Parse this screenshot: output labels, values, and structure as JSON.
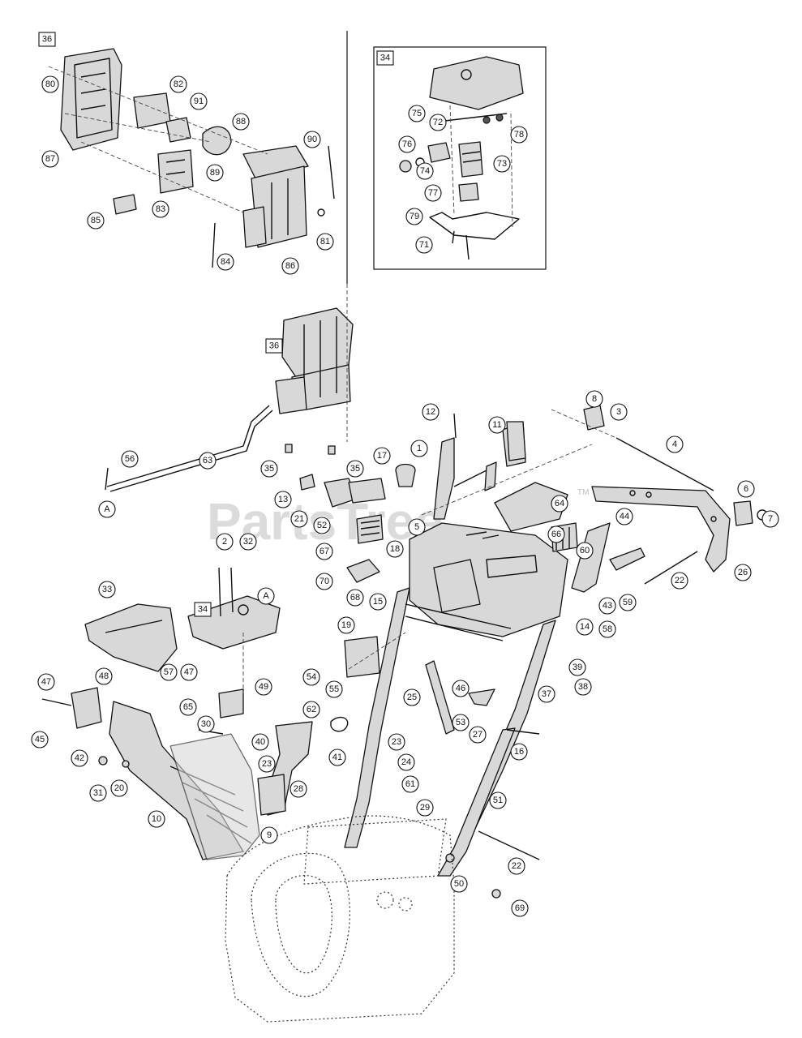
{
  "watermark": {
    "text": "PartsTree",
    "tm": "TM"
  },
  "inset_labels": [
    "36",
    "34"
  ],
  "main_labels": [
    "36",
    "34"
  ],
  "detail_marker": "A",
  "callouts_inset36": [
    "80",
    "82",
    "91",
    "88",
    "90",
    "87",
    "89",
    "85",
    "83",
    "81",
    "84",
    "86"
  ],
  "callouts_inset34": [
    "75",
    "72",
    "78",
    "76",
    "74",
    "73",
    "77",
    "79",
    "71"
  ],
  "callouts_main": [
    "12",
    "8",
    "3",
    "11",
    "1",
    "17",
    "4",
    "56",
    "63",
    "35",
    "35",
    "13",
    "21",
    "52",
    "5",
    "64",
    "6",
    "7",
    "2",
    "32",
    "67",
    "18",
    "66",
    "44",
    "60",
    "33",
    "70",
    "68",
    "15",
    "22",
    "26",
    "43",
    "59",
    "58",
    "19",
    "14",
    "39",
    "38",
    "47",
    "48",
    "57",
    "47",
    "54",
    "55",
    "46",
    "37",
    "65",
    "49",
    "62",
    "25",
    "30",
    "45",
    "53",
    "27",
    "16",
    "23",
    "42",
    "40",
    "23",
    "41",
    "24",
    "31",
    "20",
    "61",
    "28",
    "29",
    "10",
    "51",
    "9",
    "22",
    "50",
    "69"
  ],
  "colors": {
    "line": "#111111",
    "fill": "#d8d8d8",
    "watermark": "#cfcfcf"
  }
}
